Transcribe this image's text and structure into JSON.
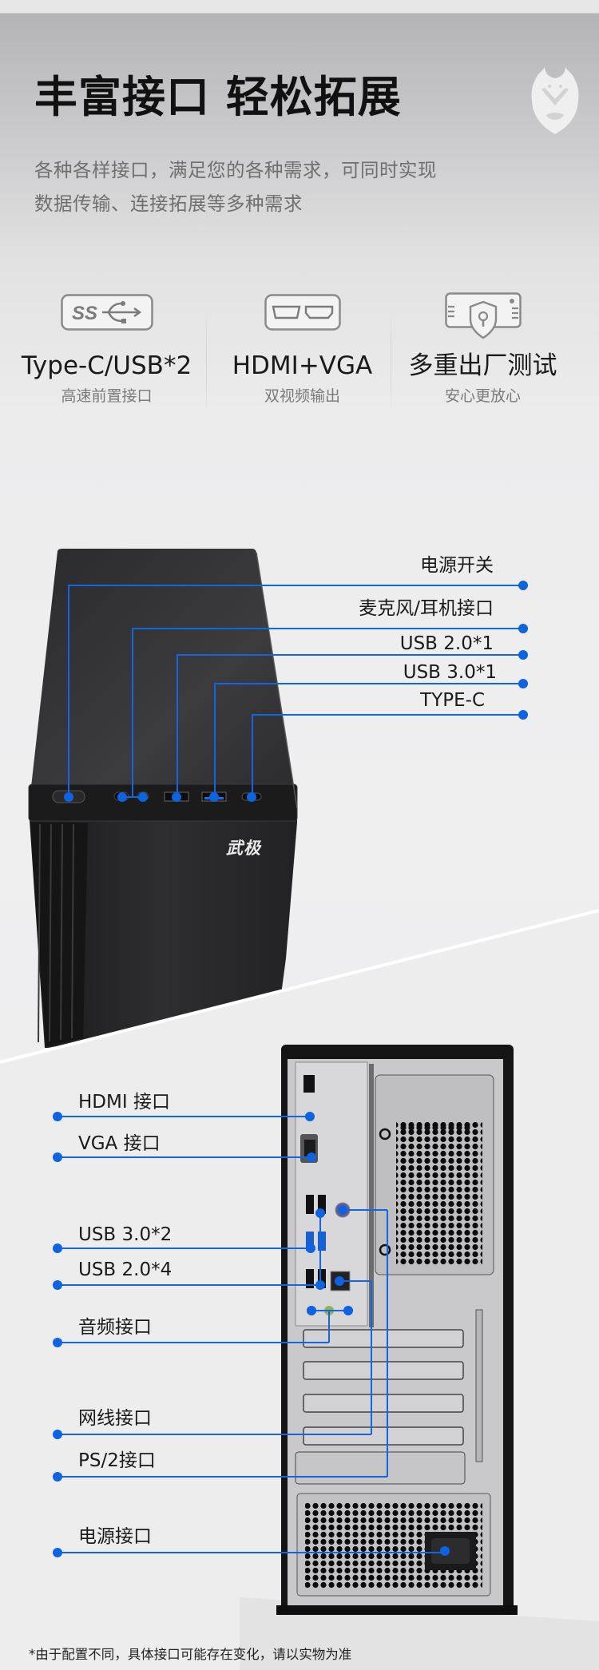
{
  "header": {
    "title": "丰富接口 轻松拓展",
    "subtitle_line1": "各种各样接口，满足您的各种需求，可同时实现",
    "subtitle_line2": "数据传输、连接拓展等多种需求",
    "logo_icon": "lion-crest-logo-icon"
  },
  "features": [
    {
      "icon": "usb-superspeed-icon",
      "title": "Type-C/USB*2",
      "subtitle": "高速前置接口"
    },
    {
      "icon": "hdmi-vga-ports-icon",
      "title": "HDMI+VGA",
      "subtitle": "双视频输出"
    },
    {
      "icon": "shield-lock-icon",
      "title": "多重出厂测试",
      "subtitle": "安心更放心"
    }
  ],
  "front_panel": {
    "brand": "武极",
    "labels": [
      {
        "text": "电源开关"
      },
      {
        "text": "麦克风/耳机接口"
      },
      {
        "text": "USB 2.0*1"
      },
      {
        "text": "USB 3.0*1"
      },
      {
        "text": "TYPE-C"
      }
    ]
  },
  "rear_panel": {
    "labels": [
      {
        "text": "HDMI 接口"
      },
      {
        "text": "VGA 接口"
      },
      {
        "text": "USB 3.0*2"
      },
      {
        "text": "USB 2.0*4"
      },
      {
        "text": "音频接口"
      },
      {
        "text": "网线接口"
      },
      {
        "text": "PS/2接口"
      },
      {
        "text": "电源接口"
      }
    ]
  },
  "footnote": "*由于配置不同，具体接口可能存在变化，请以实物为准",
  "colors": {
    "accent_blue": "#1466e0",
    "title": "#111111",
    "subtitle": "#6f6f6f",
    "case_black": "#1c1c1e"
  }
}
